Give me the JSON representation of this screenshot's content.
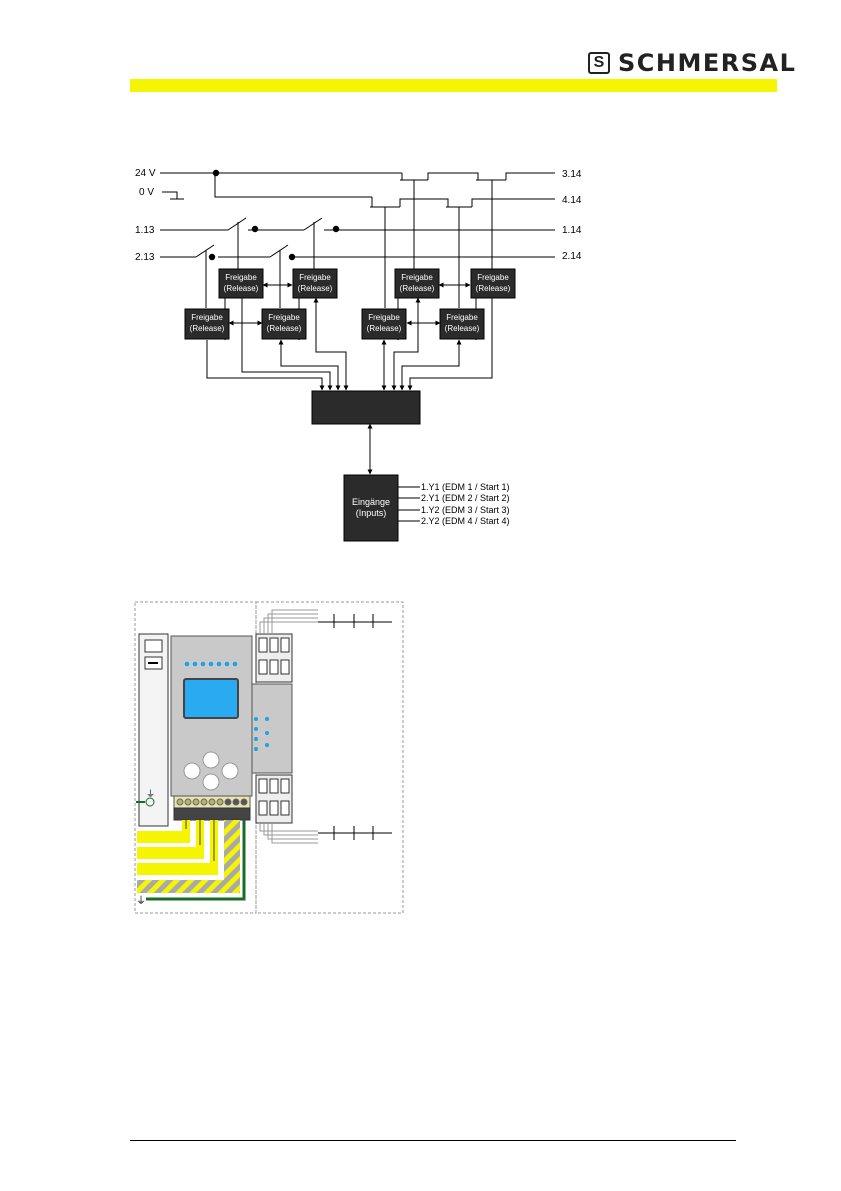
{
  "header": {
    "logo_symbol": "S",
    "logo_text": "SCHMERSAL"
  },
  "colors": {
    "accent_yellow": "#f5f501",
    "block_fill": "#2b2b2b",
    "led_blue": "#1aa3e8",
    "display_blue": "#2aaaf0",
    "pe_green": "#1a6b2a"
  },
  "schematic": {
    "rails": {
      "v24": "24 V",
      "v0": "0 V",
      "in_113": "1.13",
      "in_213": "2.13",
      "out_314": "3.14",
      "out_414": "4.14",
      "out_114": "1.14",
      "out_214": "2.14"
    },
    "release_blocks": [
      {
        "line1": "Freigabe",
        "line2": "(Release)"
      },
      {
        "line1": "Freigabe",
        "line2": "(Release)"
      },
      {
        "line1": "Freigabe",
        "line2": "(Release)"
      },
      {
        "line1": "Freigabe",
        "line2": "(Release)"
      },
      {
        "line1": "Freigabe",
        "line2": "(Release)"
      },
      {
        "line1": "Freigabe",
        "line2": "(Release)"
      },
      {
        "line1": "Freigabe",
        "line2": "(Release)"
      },
      {
        "line1": "Freigabe",
        "line2": "(Release)"
      }
    ],
    "inputs_block": {
      "line1": "Eingänge",
      "line2": "(Inputs)"
    },
    "input_signals": [
      "1.Y1 (EDM 1 / Start 1)",
      "2.Y1 (EDM 2 / Start 2)",
      "1.Y2 (EDM 3 / Start 3)",
      "2.Y2 (EDM 4 / Start 4)"
    ]
  }
}
